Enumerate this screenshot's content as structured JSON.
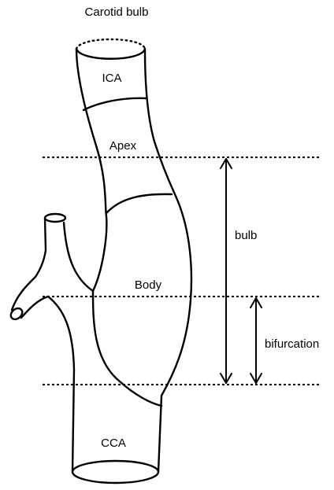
{
  "diagram": {
    "title": "Carotid bulb",
    "vessel_labels": {
      "ica": "ICA",
      "apex": "Apex",
      "body": "Body",
      "cca": "CCA"
    },
    "range_labels": {
      "bulb": "bulb",
      "bifurcation": "bifurcation"
    }
  }
}
